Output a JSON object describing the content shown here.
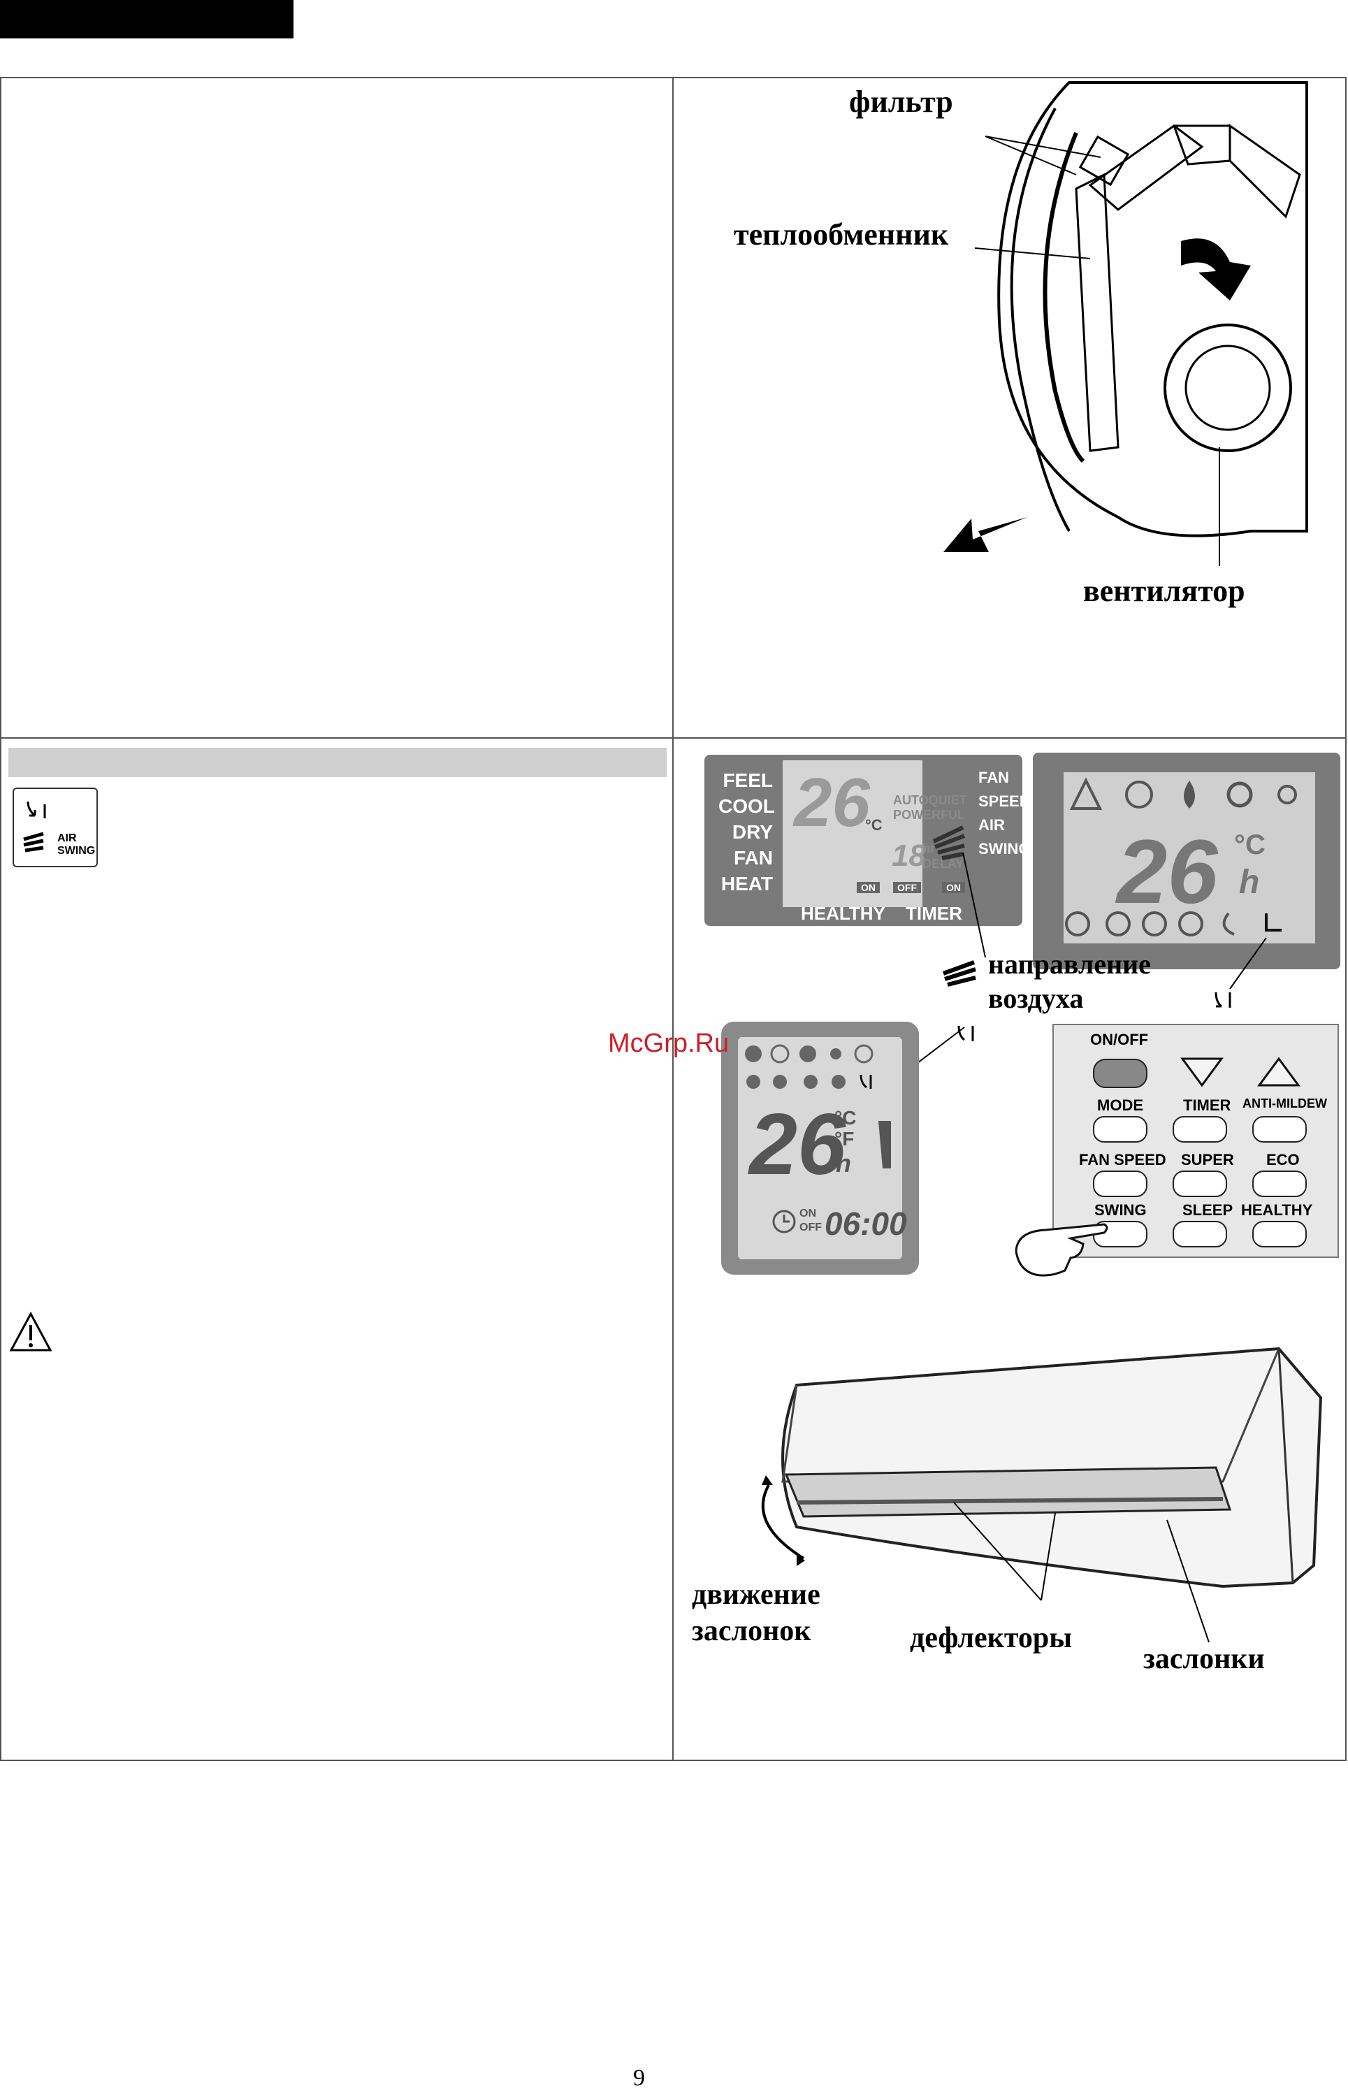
{
  "page_number": "9",
  "watermark": "McGrp.Ru",
  "top_figure": {
    "labels": {
      "filter": "фильтр",
      "heat_exchanger": "теплообменник",
      "fan": "вентилятор"
    }
  },
  "swing_icon": {
    "line1": "AIR",
    "line2": "SWING"
  },
  "display_a": {
    "modes": [
      "FEEL",
      "COOL",
      "DRY",
      "FAN",
      "HEAT"
    ],
    "temperature": "26",
    "unit": "°C",
    "autoquiet": "AUTOQUIET",
    "powerful": "POWERFUL",
    "timer_value": "18",
    "hr": "hr",
    "delay": "DELAY",
    "on": "ON",
    "off": "OFF",
    "on2": "ON",
    "healthy": "HEALTHY",
    "timer": "TIMER",
    "fan_speed_1": "FAN",
    "fan_speed_2": "SPEED",
    "air_swing_1": "AIR",
    "air_swing_2": "SWING"
  },
  "display_b": {
    "temperature": "26",
    "unit": "°C",
    "hour": "h"
  },
  "display_c": {
    "temperature": "26",
    "c": "°C",
    "f": "°F",
    "h": "h",
    "on": "ON",
    "off": "OFF",
    "time": "06:00"
  },
  "air_direction_label_1": "направление",
  "air_direction_label_2": "воздуха",
  "remote_buttons": {
    "onoff": "ON/OFF",
    "mode": "MODE",
    "timer": "TIMER",
    "anti_mildew": "ANTI-MILDEW",
    "fan_speed": "FAN SPEED",
    "super": "SUPER",
    "eco": "ECO",
    "swing": "SWING",
    "sleep": "SLEEP",
    "healthy": "HEALTHY"
  },
  "unit_labels": {
    "flap_motion_1": "движение",
    "flap_motion_2": "заслонок",
    "deflectors": "дефлекторы",
    "flaps": "заслонки"
  }
}
